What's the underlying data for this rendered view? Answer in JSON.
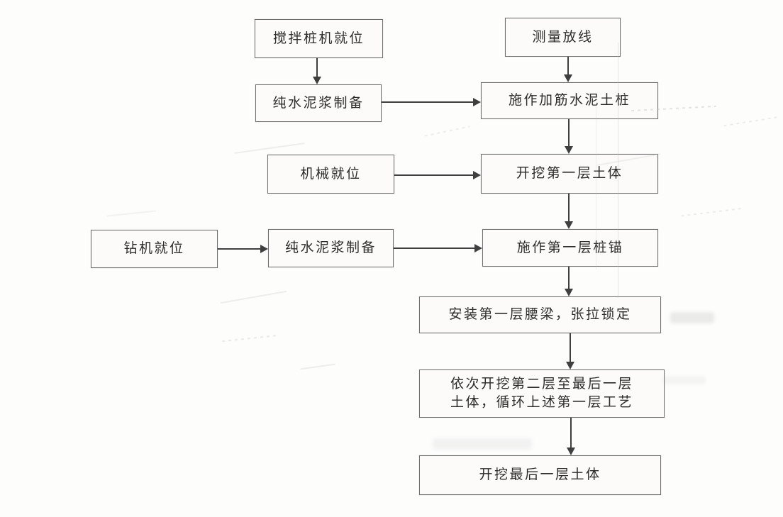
{
  "diagram": {
    "type": "flowchart",
    "nodes": [
      {
        "id": "n1",
        "label": "搅拌桩机就位"
      },
      {
        "id": "n2",
        "label": "测量放线"
      },
      {
        "id": "n3",
        "label": "纯水泥浆制备"
      },
      {
        "id": "n4",
        "label": "施作加筋水泥土桩"
      },
      {
        "id": "n5",
        "label": "机械就位"
      },
      {
        "id": "n6",
        "label": "开挖第一层土体"
      },
      {
        "id": "n7",
        "label": "钻机就位"
      },
      {
        "id": "n8",
        "label": "纯水泥浆制备"
      },
      {
        "id": "n9",
        "label": "施作第一层桩锚"
      },
      {
        "id": "n10",
        "label": "安装第一层腰梁，张拉锁定"
      },
      {
        "id": "n11",
        "label": "依次开挖第二层至最后一层土体，循环上述第一层工艺",
        "lines": [
          "依次开挖第二层至最后一层",
          "土体，循环上述第一层工艺"
        ]
      },
      {
        "id": "n12",
        "label": "开挖最后一层土体"
      }
    ],
    "edges": [
      {
        "from": "n1",
        "to": "n3"
      },
      {
        "from": "n2",
        "to": "n4"
      },
      {
        "from": "n3",
        "to": "n4"
      },
      {
        "from": "n4",
        "to": "n6"
      },
      {
        "from": "n5",
        "to": "n6"
      },
      {
        "from": "n6",
        "to": "n9"
      },
      {
        "from": "n7",
        "to": "n8"
      },
      {
        "from": "n8",
        "to": "n9"
      },
      {
        "from": "n9",
        "to": "n10"
      },
      {
        "from": "n10",
        "to": "n11"
      },
      {
        "from": "n11",
        "to": "n12"
      }
    ],
    "colors": {
      "paper": "#fdfdfc",
      "box_border": "#6e6e6e",
      "box_fill": "#fcfbf9",
      "text": "#2e2c2a",
      "arrow": "#3f3f3f"
    }
  }
}
